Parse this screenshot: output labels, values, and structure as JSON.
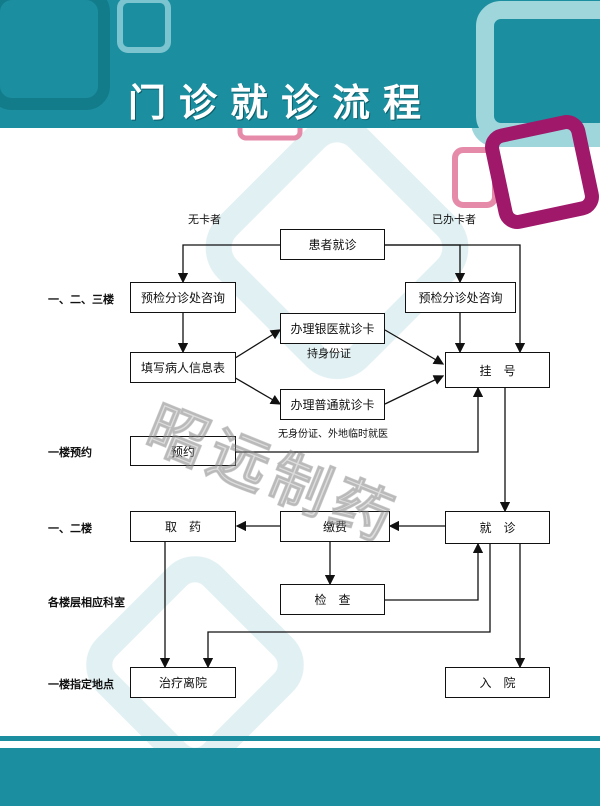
{
  "title": "门诊就诊流程",
  "labels": {
    "no_card": "无卡者",
    "has_card": "已办卡者",
    "floor_1_2_3": "一、二、三楼",
    "floor_1_reserve": "一楼预约",
    "floor_1_2": "一、二楼",
    "floors_dept": "各楼层相应科室",
    "floor_1_designated": "一楼指定地点",
    "with_id": "持身份证",
    "no_id": "无身份证、外地临时就医"
  },
  "boxes": {
    "patient": "患者就诊",
    "precheck_left": "预检分诊处咨询",
    "precheck_right": "预检分诊处咨询",
    "bank_card": "办理银医就诊卡",
    "fill_form": "填写病人信息表",
    "normal_card": "办理普通就诊卡",
    "register": "挂　号",
    "reserve": "预约",
    "visit": "就　诊",
    "medicine": "取　药",
    "pay": "缴费",
    "exam": "检　查",
    "treat_leave": "治疗离院",
    "admit": "入　院"
  },
  "watermark": "昭远制药",
  "colors": {
    "teal": "#1b8fa0",
    "magenta": "#a0186a",
    "pink": "#e58aa8",
    "light_blue": "#b9dde4"
  }
}
